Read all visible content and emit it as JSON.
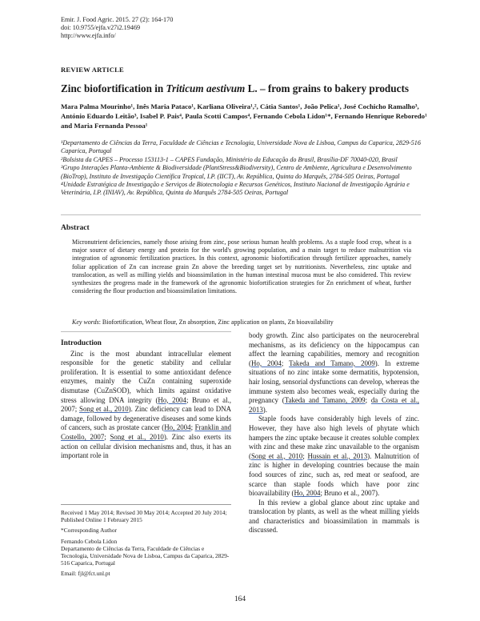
{
  "citation": {
    "journal_line": "Emir. J. Food Agric. 2015. 27 (2): 164-170",
    "doi_line": "doi: 10.9755/ejfa.v27i2.19469",
    "url_line": "http://www.ejfa.info/"
  },
  "article_type": "REVIEW ARTICLE",
  "title": {
    "prefix": "Zinc biofortification in ",
    "species": "Triticum aestivum",
    "suffix": " L. – from grains to bakery products"
  },
  "authors": "Mara Palma Mourinho¹, Inês Maria Pataco¹, Karliana Oliveira¹,², Cátia Santos¹, João Pelica¹, José Cochicho Ramalho³, António Eduardo Leitão³, Isabel P. Pais⁴, Paula Scotti Campos⁴, Fernando Cebola Lidon¹*, Fernando Henrique Reboredo¹ and Maria Fernanda Pessoa¹",
  "affiliations": [
    "¹Departamento de Ciências da Terra, Faculdade de Ciências e Tecnologia, Universidade Nova de Lisboa, Campus da Caparica, 2829-516 Caparica, Portugal",
    "²Bolsista da CAPES – Processo 153113-1 – CAPES Fundação, Ministério da Educação do Brasil, Brasília-DF 70040-020, Brasil",
    "³Grupo Interações Planta-Ambiente & Biodiversidade (PlantStress&Biodiversity), Centro de Ambiente, Agricultura e Desenvolvimento (BioTrop), Instituto de Investigação Científica Tropical, I.P. (IICT), Av. República, Quinta do Marquês, 2784-505 Oeiras, Portugal",
    "⁴Unidade Estratégica de Investigação e Serviços de Biotecnologia e Recursos Genéticos, Instituto Nacional de Investigação Agrária e Veterinária, I.P. (INIAV), Av. República, Quinta do Marquês 2784-505 Oeiras, Portugal"
  ],
  "abstract": {
    "heading": "Abstract",
    "text": "Micronutrient deficiencies, namely those arising from zinc, pose serious human health problems. As a staple food crop, wheat is a major source of dietary energy and protein for the world's growing population, and a main target to reduce malnutrition via integration of agronomic fertilization practices. In this context, agronomic biofortification through fertilizer approaches, namely foliar application of Zn can increase grain Zn above the breeding target set by nutritionists. Nevertheless, zinc uptake and translocation, as well as milling yields and bioassimilation in the human intestinal mucosa must be also considered. This review synthesizes the progress made in the framework of the agronomic biofortification strategies for Zn enrichment of wheat, further considering the flour production and bioassimilation limitations."
  },
  "keywords": {
    "label": "Key words",
    "text": ": Biofortification, Wheat flour, Zn absorption, Zinc application on plants, Zn bioavailability"
  },
  "intro": {
    "heading": "Introduction",
    "left_p1_a": "Zinc is the most abundant intracellular element responsible for the genetic stability and cellular proliferation. It is essential to some antioxidant defence enzymes, mainly the CuZn containing superoxide dismutase (CuZnSOD), which limits against oxidative stress allowing DNA integrity (",
    "left_ref1": "Ho, 2004",
    "left_p1_b": "; Bruno et al., 2007; ",
    "left_ref2": "Song et al., 2010",
    "left_p1_c": "). Zinc deficiency can lead to DNA damage, followed by degenerative diseases and some kinds of cancers, such as prostate cancer (",
    "left_ref3": "Ho, 2004",
    "left_p1_d": "; ",
    "left_ref4": "Franklin and Costello, 2007",
    "left_p1_e": "; ",
    "left_ref5": "Song et al., 2010",
    "left_p1_f": "). Zinc also exerts its action on cellular division mechanisms and, thus, it has an important role in",
    "right_p1_a": "body growth. Zinc also participates on the neurocerebral mechanisms, as its deficiency on the hippocampus can affect the learning capabilities, memory and recognition (",
    "right_ref1": "Ho, 2004",
    "right_p1_b": "; ",
    "right_ref2": "Takeda and Tamano, 2009",
    "right_p1_c": "). In extreme situations of no zinc intake some dermatitis, hypotension, hair losing, sensorial dysfunctions can develop, whereas the immune system also becomes weak, especially during the pregnancy (",
    "right_ref3": "Takeda and Tamano, 2009",
    "right_p1_d": "; ",
    "right_ref4": "da Costa et al., 2013",
    "right_p1_e": ").",
    "right_p2_a": "Staple foods have considerably high levels of zinc. However, they have also high levels of phytate which hampers the zinc uptake because it creates soluble complex with zinc and these make zinc unavailable to the organism (",
    "right_ref5": "Song et al., 2010",
    "right_p2_b": "; ",
    "right_ref6": "Hussain et al., 2013",
    "right_p2_c": "). Malnutrition of zinc is higher in developing countries because the main food sources of zinc, such as, red meat or seafood, are scarce than staple foods which have poor zinc bioavailability (",
    "right_ref7": "Ho, 2004",
    "right_p2_d": "; Bruno et al., 2007).",
    "right_p3": "In this review a global glance about zinc uptake and translocation by plants, as well as the wheat milling yields and characteristics and bioassimilation in mammals is discussed."
  },
  "footnotes": {
    "received": "Received 1 May 2014; Revised 30 May 2014; Accepted 20 July 2014; Published Online 1 February 2015",
    "corresponding": "*Corresponding Author",
    "author_name": "Fernando Cebola Lidon",
    "address": "Departamento de Ciências da Terra, Faculdade de Ciências e Tecnologia, Universidade Nova de Lisboa, Campus da Caparica, 2829-516 Caparica, Portugal",
    "email": "Email: fjl@fct.unl.pt"
  },
  "page_number": "164",
  "colors": {
    "text": "#1a1a1a",
    "link_underline": "#4a6fb5",
    "rule": "#bdbdbd"
  }
}
